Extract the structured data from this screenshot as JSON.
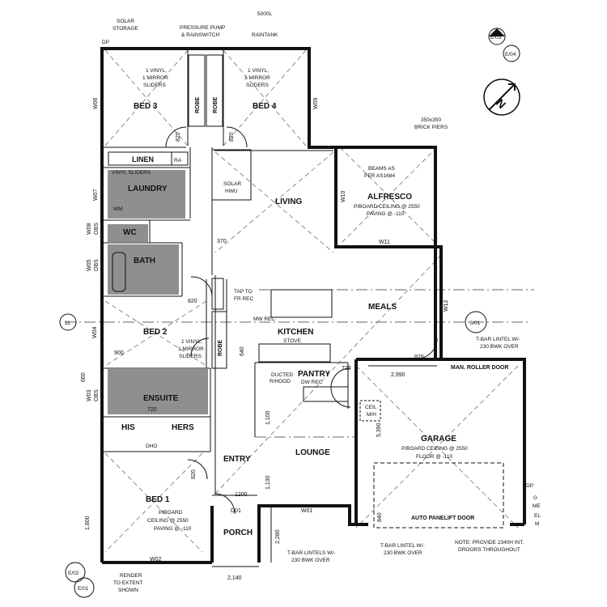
{
  "rooms": {
    "bed3": "BED 3",
    "bed4": "BED 4",
    "linen": "LINEN",
    "ra": "RA",
    "laundry": "LAUNDRY",
    "wc": "WC",
    "bath": "BATH",
    "living": "LIVING",
    "alfresco": "ALFRESCO",
    "meals": "MEALS",
    "kitchen": "KITCHEN",
    "pantry": "PANTRY",
    "bed2": "BED 2",
    "ensuite": "ENSUITE",
    "his": "HIS",
    "hers": "HERS",
    "lounge": "LOUNGE",
    "entry": "ENTRY",
    "bed1": "BED 1",
    "porch": "PORCH",
    "garage": "GARAGE"
  },
  "labels": {
    "solar_storage_1": "SOLAR",
    "solar_storage_2": "STORAGE",
    "pump_1": "PRESSURE PUMP",
    "pump_2": "& RAINSWITCH",
    "raintank_1": "5000L",
    "raintank_2": "RAINTANK",
    "dp": "DP",
    "robe": "ROBE",
    "sliders_a1": "1 VINYL,",
    "sliders_a2": "1 MIRROR",
    "sliders_a3": "SLIDERS",
    "vinyl_sliders": "VINYL SLIDERS",
    "wm": "WM",
    "solar_hwu_1": "SOLAR",
    "solar_hwu_2": "HWU",
    "brick_piers_1": "350x350",
    "brick_piers_2": "BRICK PIERS",
    "beams_1": "BEAMS AS",
    "beams_2": "PER AS1684",
    "alfresco_ceiling": "P/BOARD CEILING @ 2550",
    "alfresco_paving": "PAVING @ -110",
    "tap_1": "TAP TO",
    "tap_2": "FR REC",
    "mw_rec": "MW REC",
    "stove": "STOVE",
    "ducted_1": "DUCTED",
    "ducted_2": "R/HOOD",
    "dw_rec": "DW REC",
    "ceil_1": "CEIL",
    "ceil_2": "M/H",
    "t_bar_1": "T-BAR LINTEL W/-",
    "t_bar_2": "230 BWK OVER",
    "roller_door": "MAN. ROLLER DOOR",
    "garage_ceiling": "P/BOARD CEILING @ 2550",
    "garage_floor": "FLOOR @ -110",
    "panelift": "AUTO PANELIFT DOOR",
    "bed1_ceiling": "P/BOARD",
    "bed1_ceiling_2": "CEILING @ 2550",
    "bed1_paving": "PAVING @ -110",
    "dho": "DHO",
    "t_bar_lintels_1": "T-BAR LINTELS W/-",
    "t_bar_lintels_2": "230 BWK OVER",
    "t_bar_garage_1": "T-BAR LINTEL W/-",
    "t_bar_garage_2": "230 BWK OVER",
    "note_1": "NOTE: PROVIDE 2340H INT.",
    "note_2": "DROORS THROUGHOUT",
    "render_1": "RENDER",
    "render_2": "TO EXTENT",
    "render_3": "SHOWN",
    "sec_e03": "E/03",
    "sec_e04": "E/04",
    "sec_s01": "S/01",
    "sec_e02": "E/02",
    "sec_e01": "E/01",
    "sec_left": "11",
    "edge_g": "G",
    "edge_me": "ME",
    "edge_el": "EL",
    "edge_m": "M",
    "edge_dp": "DP"
  },
  "dims": {
    "d820a": "820",
    "d820b": "820",
    "d820c": "820",
    "d820d": "820",
    "d820e": "820",
    "d370": "370",
    "d900": "900",
    "d660": "660",
    "d640": "640",
    "d720a": "720",
    "d720b": "720",
    "d2990": "2,990",
    "d5390": "5,390",
    "d1100": "1,100",
    "d1200": "1200",
    "d1130": "1,130",
    "d1800": "1,800",
    "d2280": "2,280",
    "d2140": "2,140",
    "d840": "840"
  },
  "windows": {
    "w06": "W06",
    "w09": "W09",
    "w07": "W07",
    "w08": "W08",
    "w05": "W05",
    "w04": "W04",
    "w03": "W03",
    "w02": "W02",
    "w01": "W01",
    "w10": "W10",
    "w11": "W11",
    "w12": "W12",
    "d01": "D01",
    "obs1": "OBS",
    "obs2": "OBS",
    "obs3": "OBS"
  }
}
